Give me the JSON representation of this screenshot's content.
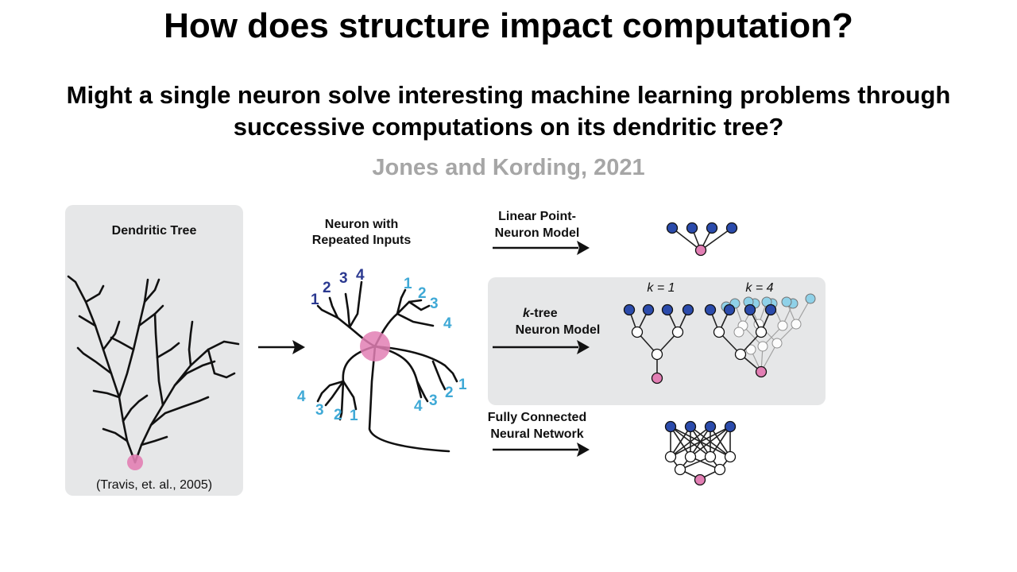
{
  "slide": {
    "title": "How does structure impact computation?",
    "subtitle_line1": "Might a single neuron solve interesting machine learning problems through",
    "subtitle_line2": "successive computations on its dendritic tree?",
    "citation": "Jones and Kording, 2021"
  },
  "figure": {
    "dendritic_panel": {
      "title": "Dendritic Tree",
      "credit": "(Travis, et. al., 2005)"
    },
    "neuron": {
      "title_line1": "Neuron with",
      "title_line2": "Repeated Inputs",
      "input_numbers": [
        "1",
        "2",
        "3",
        "4"
      ]
    },
    "models": {
      "linear_line1": "Linear Point-",
      "linear_line2": "Neuron Model",
      "ktree_italic": "k",
      "ktree_line1": "-tree",
      "ktree_line2": "Neuron Model",
      "k1_label": "k = 1",
      "k4_label": "k = 4",
      "fc_line1": "Fully Connected",
      "fc_line2": "Neural Network"
    },
    "colors": {
      "input_dark": "#2b4bab",
      "input_light": "#86cfe8",
      "soma": "#e27fb4",
      "panel": "#e6e7e8"
    }
  }
}
